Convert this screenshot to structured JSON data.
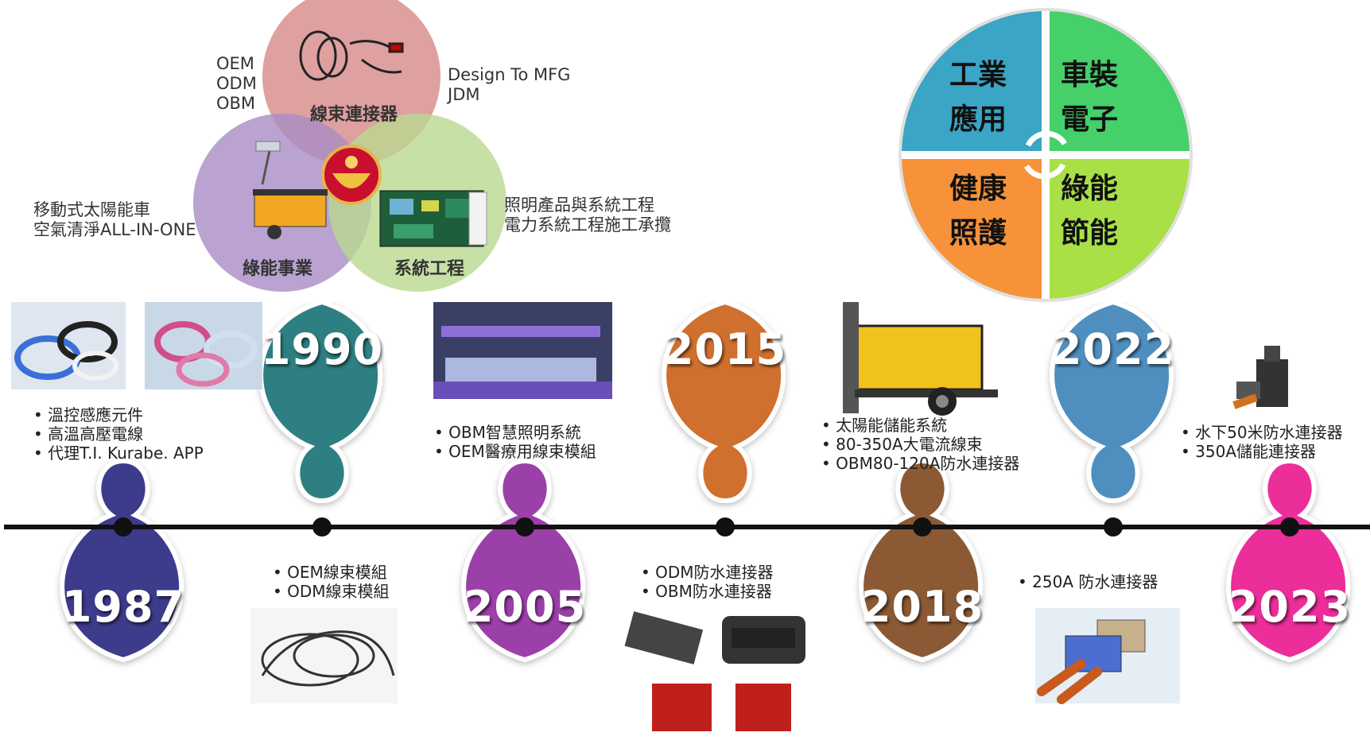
{
  "venn": {
    "left_labels": [
      "OEM",
      "ODM",
      "OBM"
    ],
    "right_labels": [
      "Design To MFG",
      "JDM"
    ],
    "circles": {
      "top": "線束連接器",
      "left": "綠能事業",
      "right": "系統工程"
    },
    "side_left": [
      "移動式太陽能車",
      "空氣清淨ALL-IN-ONE"
    ],
    "side_right": [
      "照明產品與系統工程",
      "電力系統工程施工承攬"
    ],
    "colors": {
      "top": "#d98f8f",
      "left": "#a98cc4",
      "right": "#b9d890"
    }
  },
  "quadrant": {
    "top_left": [
      "工業",
      "應用"
    ],
    "top_right": [
      "車裝",
      "電子"
    ],
    "bottom_left": [
      "健康",
      "照護"
    ],
    "bottom_right": [
      "綠能",
      "節能"
    ],
    "colors": {
      "top_left": "#3aa5c4",
      "top_right": "#45d06a",
      "bottom_left": "#f7923a",
      "bottom_right": "#a8e046"
    }
  },
  "timeline": [
    {
      "year": "1987",
      "color": "#3d3a8c",
      "items": [
        "溫控感應元件",
        "高溫高壓電線",
        "代理T.I. Kurabe. APP"
      ]
    },
    {
      "year": "1990",
      "color": "#2f7f82",
      "items": [
        "OEM線束模組",
        "ODM線束模組"
      ]
    },
    {
      "year": "2005",
      "color": "#9b3fa8",
      "items": [
        "OBM智慧照明系統",
        "OEM醫療用線束模組"
      ]
    },
    {
      "year": "2015",
      "color": "#d0702e",
      "items": [
        "ODM防水連接器",
        "OBM防水連接器"
      ]
    },
    {
      "year": "2018",
      "color": "#8b5a36",
      "items": [
        "太陽能儲能系統",
        "80-350A大電流線束",
        "OBM80-120A防水連接器"
      ]
    },
    {
      "year": "2022",
      "color": "#4f8fbf",
      "items": [
        "250A 防水連接器"
      ]
    },
    {
      "year": "2023",
      "color": "#ec2f9a",
      "items": [
        "水下50米防水連接器",
        "350A儲能連接器"
      ]
    }
  ]
}
